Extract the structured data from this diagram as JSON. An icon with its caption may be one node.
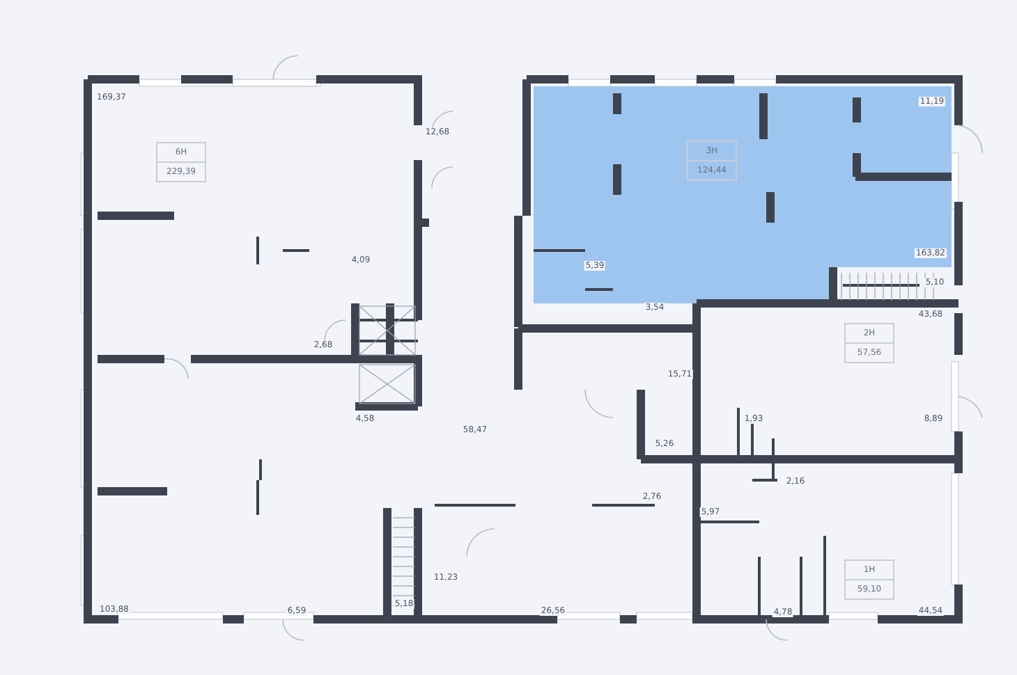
{
  "diagram": {
    "nodes": [
      {
        "text": [
          "6Н",
          "229,39"
        ]
      },
      {
        "text": [
          "3Н",
          "124,44"
        ]
      },
      {
        "text": [
          "2Н",
          "57,56"
        ]
      },
      {
        "text": [
          "1Н",
          "59,10"
        ]
      }
    ],
    "labels": [
      "169,37",
      "12,68",
      "11,19",
      "4,09",
      "5,39",
      "163,82",
      "3,54",
      "2,68",
      "5,10",
      "43,68",
      "15,71",
      "4,58",
      "58,47",
      "1,93",
      "8,89",
      "5,26",
      "2,16",
      "2,76",
      "5,97",
      "11,23",
      "103,88",
      "6,59",
      "5,18",
      "26,56",
      "4,78",
      "44,54"
    ]
  }
}
